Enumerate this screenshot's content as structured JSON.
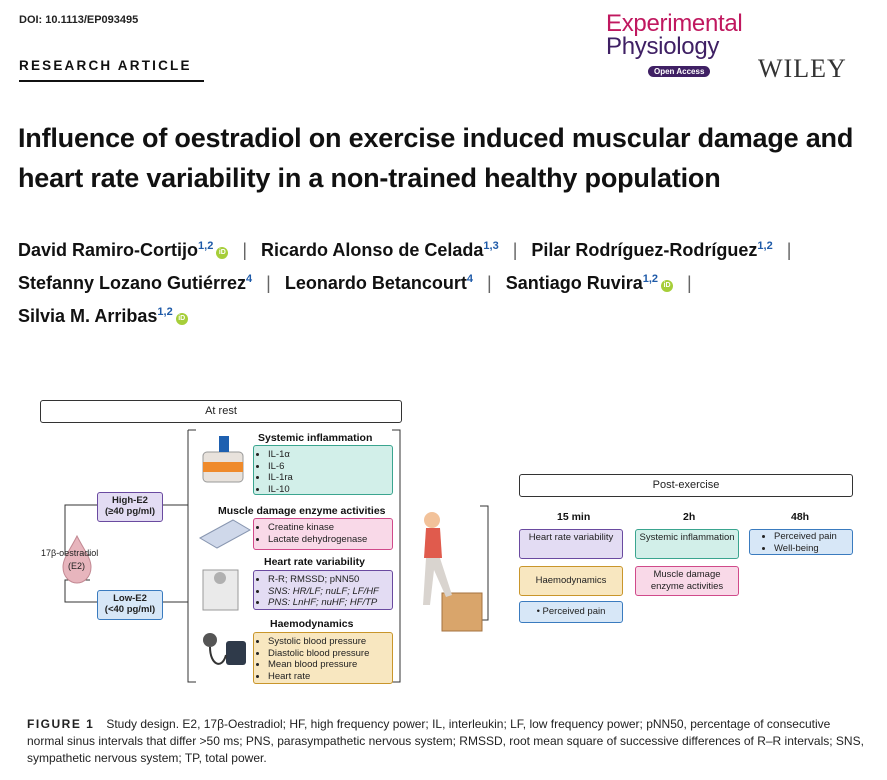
{
  "header": {
    "doi": "DOI: 10.1113/EP093495",
    "article_type": "RESEARCH ARTICLE",
    "journal_line1": "Experimental",
    "journal_line2": "Physiology",
    "open_access": "Open Access",
    "publisher": "WILEY"
  },
  "title": "Influence of oestradiol on exercise induced muscular damage and heart rate variability in a non-trained healthy population",
  "authors": [
    {
      "name": "David Ramiro-Cortijo",
      "aff": "1,2",
      "orcid": true
    },
    {
      "name": "Ricardo Alonso de Celada",
      "aff": "1,3",
      "orcid": false
    },
    {
      "name": "Pilar Rodríguez-Rodríguez",
      "aff": "1,2",
      "orcid": false
    },
    {
      "name": "Stefanny Lozano Gutiérrez",
      "aff": "4",
      "orcid": false
    },
    {
      "name": "Leonardo Betancourt",
      "aff": "4",
      "orcid": false
    },
    {
      "name": "Santiago Ruvira",
      "aff": "1,2",
      "orcid": true
    },
    {
      "name": "Silvia M. Arribas",
      "aff": "1,2",
      "orcid": true
    }
  ],
  "orcid_icon": "iD",
  "figure": {
    "at_rest": "At rest",
    "post_exercise": "Post-exercise",
    "estradiol": "17β-oestradiol",
    "e2": "(E2)",
    "high_e2": "High-E2",
    "high_e2_sub": "(≥40 pg/ml)",
    "low_e2": "Low-E2",
    "low_e2_sub": "(<40 pg/ml)",
    "sys_title": "Systemic inflammation",
    "sys_items": [
      "IL-1α",
      "IL-6",
      "IL-1ra",
      "IL-10"
    ],
    "musc_title": "Muscle damage enzyme activities",
    "musc_items": [
      "Creatine kinase",
      "Lactate dehydrogenase"
    ],
    "hrv_title": "Heart rate variability",
    "hrv_items": [
      "R-R; RMSSD; pNN50",
      "SNS: HR/LF; nuLF; LF/HF",
      "PNS: LnHF; nuHF; HF/TP"
    ],
    "haemo_title": "Haemodynamics",
    "haemo_items": [
      "Systolic blood pressure",
      "Diastolic blood pressure",
      "Mean blood pressure",
      "Heart rate"
    ],
    "t15": "15 min",
    "t2h": "2h",
    "t48h": "48h",
    "hrv_box": "Heart rate variability",
    "haemo_box": "Haemodynamics",
    "pain_box": "Perceived pain",
    "sys_box": "Systemic inflammation",
    "musc_box": "Muscle damage enzyme activities",
    "late_items": [
      "Perceived pain",
      "Well-being"
    ]
  },
  "caption": {
    "label": "FIGURE 1",
    "text": "Study design. E2, 17β-Oestradiol; HF, high frequency power; IL, interleukin; LF, low frequency power; pNN50, percentage of consecutive normal sinus intervals that differ >50 ms; PNS, parasympathetic nervous system; RMSSD, root mean square of successive differences of R–R intervals; SNS, sympathetic nervous system; TP, total power."
  },
  "colors": {
    "brand_pink": "#c0185f",
    "brand_purple": "#3f2064",
    "teal": "#d2efe9",
    "pink": "#f9d9e8",
    "purple": "#e3dcf3",
    "tan": "#f8e7c0",
    "blue": "#d7e7f7"
  }
}
